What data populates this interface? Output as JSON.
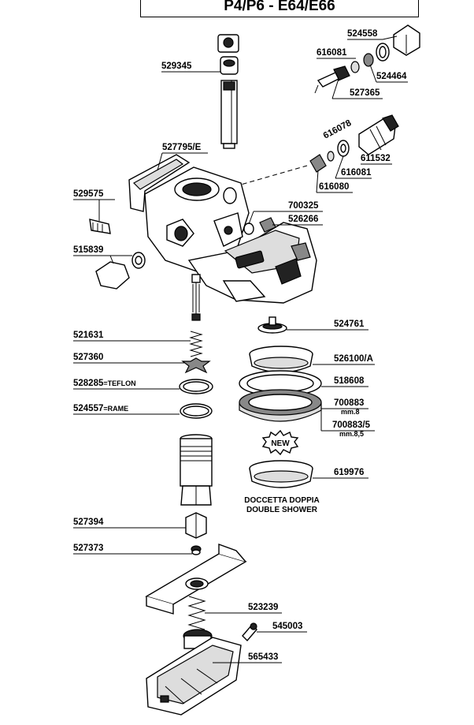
{
  "title": "P4/P6 - E64/E66",
  "parts": {
    "p524558": "524558",
    "p616081a": "616081",
    "p524464": "524464",
    "p527365": "527365",
    "p529345": "529345",
    "p616078": "616078",
    "p611532": "611532",
    "p616081b": "616081",
    "p616080": "616080",
    "p527795": "527795/E",
    "p529575": "529575",
    "p700325": "700325",
    "p526266": "526266",
    "p515839": "515839",
    "p524761": "524761",
    "p521631": "521631",
    "p527360": "527360",
    "p526100": "526100/A",
    "p528285": "528285",
    "p528285_note": "=TEFLON",
    "p518608": "518608",
    "p524557": "524557",
    "p524557_note": "=RAME",
    "p700883": "700883",
    "p700883_sub": "mm.8",
    "p700883_5": "700883/5",
    "p700883_5_sub": "mm.8,5",
    "p619976": "619976",
    "p527394": "527394",
    "p527373": "527373",
    "p523239": "523239",
    "p545003": "545003",
    "p565433": "565433"
  },
  "new_badge": "NEW",
  "shower_caption": [
    "DOCCETTA DOPPIA",
    "DOUBLE SHOWER"
  ]
}
